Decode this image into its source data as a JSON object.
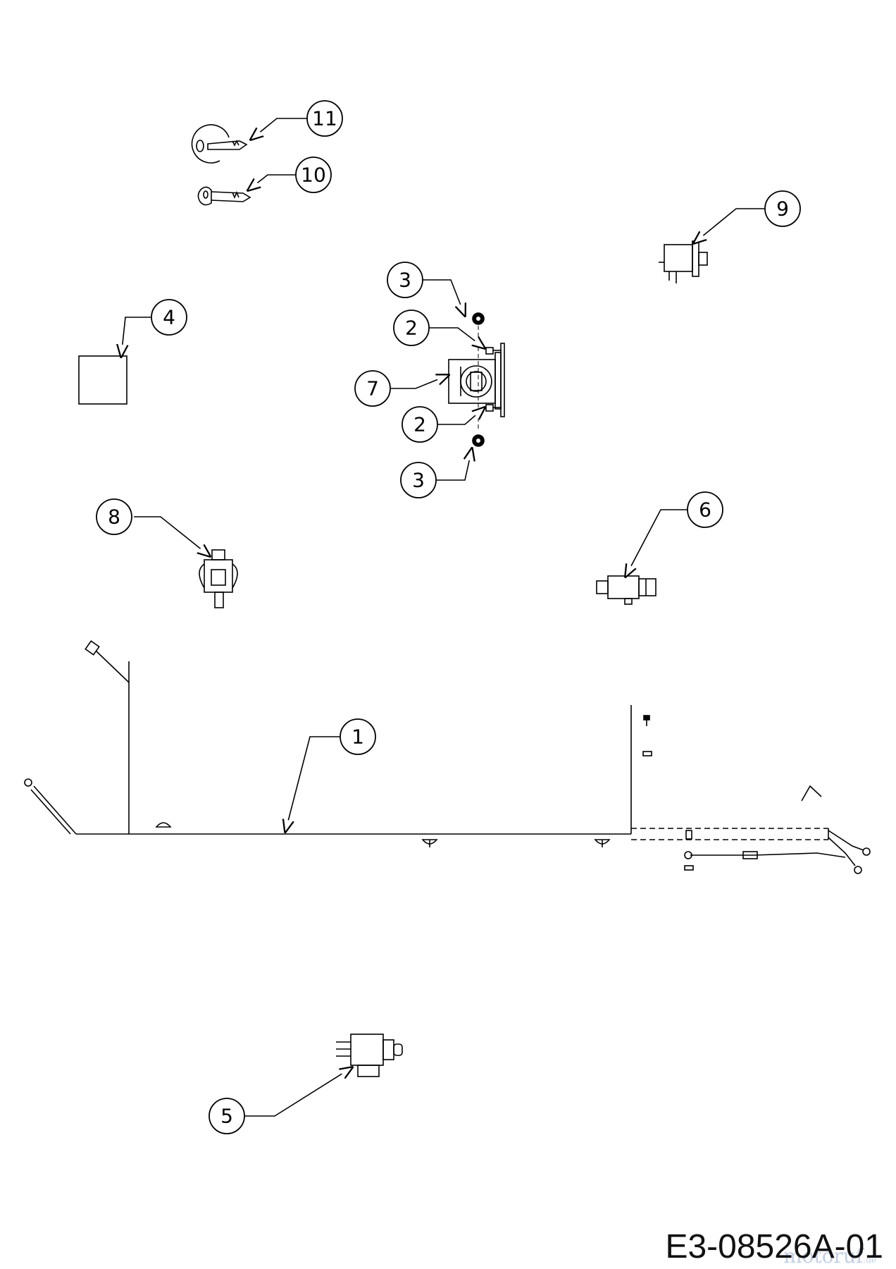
{
  "drawing_number": "E3-08526A-01",
  "watermark": {
    "text": "motoruf",
    "suffix": ".de"
  },
  "callouts": [
    {
      "id": "callout-1",
      "label": "1"
    },
    {
      "id": "callout-2a",
      "label": "2"
    },
    {
      "id": "callout-2b",
      "label": "2"
    },
    {
      "id": "callout-3a",
      "label": "3"
    },
    {
      "id": "callout-3b",
      "label": "3"
    },
    {
      "id": "callout-4",
      "label": "4"
    },
    {
      "id": "callout-5",
      "label": "5"
    },
    {
      "id": "callout-6",
      "label": "6"
    },
    {
      "id": "callout-7",
      "label": "7"
    },
    {
      "id": "callout-8",
      "label": "8"
    },
    {
      "id": "callout-9",
      "label": "9"
    },
    {
      "id": "callout-10",
      "label": "10"
    },
    {
      "id": "callout-11",
      "label": "11"
    }
  ],
  "colors": {
    "line": "#000000",
    "background": "#ffffff",
    "watermark": "#8fa8d8"
  }
}
